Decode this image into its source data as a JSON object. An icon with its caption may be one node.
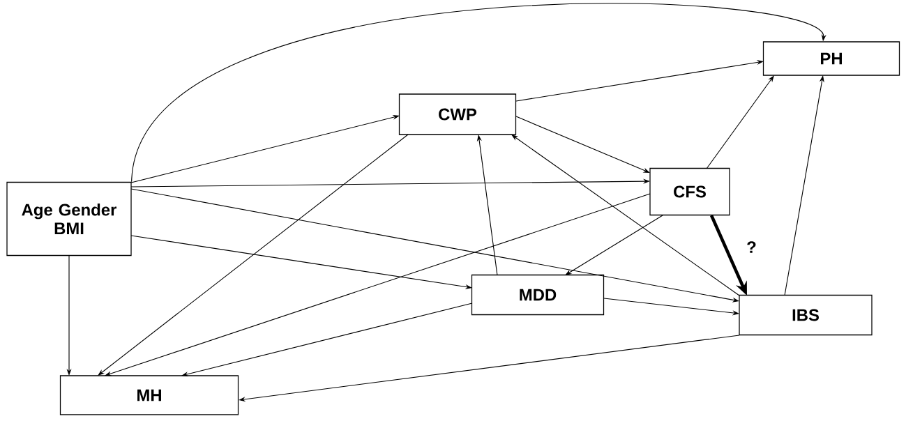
{
  "diagram": {
    "nodes": [
      {
        "text": [
          "Age Gender BMI"
        ]
      },
      {
        "text": [
          "CWP"
        ]
      },
      {
        "text": [
          "PH"
        ]
      },
      {
        "text": [
          "CFS"
        ]
      },
      {
        "text": [
          "MDD"
        ]
      },
      {
        "text": [
          "IBS"
        ]
      },
      {
        "text": [
          "MH"
        ]
      }
    ],
    "edges": [
      {
        "from": 0,
        "to": 2,
        "arrow": "to"
      },
      {
        "from": 0,
        "to": 1,
        "arrow": "to"
      },
      {
        "from": 0,
        "to": 3,
        "arrow": "to"
      },
      {
        "from": 0,
        "to": 5,
        "arrow": "to"
      },
      {
        "from": 0,
        "to": 4,
        "arrow": "to"
      },
      {
        "from": 0,
        "to": 6,
        "arrow": "to"
      },
      {
        "from": 1,
        "to": 2,
        "arrow": "to"
      },
      {
        "from": 1,
        "to": 3,
        "arrow": "to"
      },
      {
        "from": 1,
        "to": 6,
        "arrow": "to"
      },
      {
        "from": 5,
        "to": 1,
        "arrow": "to"
      },
      {
        "from": 4,
        "to": 1,
        "arrow": "to"
      },
      {
        "from": 3,
        "to": 2,
        "arrow": "to"
      },
      {
        "from": 3,
        "to": 4,
        "arrow": "to"
      },
      {
        "from": 3,
        "to": 6,
        "arrow": "to"
      },
      {
        "from": 3,
        "to": 5,
        "arrow": "to",
        "style": "thick",
        "label": "?"
      },
      {
        "from": 4,
        "to": 5,
        "arrow": "to"
      },
      {
        "from": 4,
        "to": 6,
        "arrow": "to"
      },
      {
        "from": 5,
        "to": 2,
        "arrow": "to"
      },
      {
        "from": 5,
        "to": 6,
        "arrow": "to"
      }
    ]
  }
}
